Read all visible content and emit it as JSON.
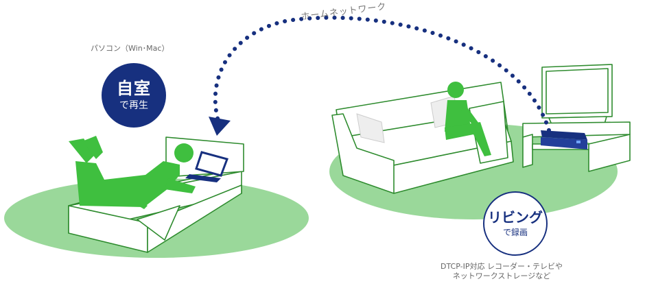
{
  "network": {
    "label": "ホームネットワーク"
  },
  "pc": {
    "label": "パソコン（Win･Mac）"
  },
  "home_badge": {
    "line1": "自室",
    "line2": "で再生"
  },
  "living_badge": {
    "line1": "リビング",
    "line2": "で録画"
  },
  "recorder": {
    "line1": "DTCP-IP対応 レコーダー・テレビや",
    "line2": "ネットワークストレージなど"
  },
  "colors": {
    "navy": "#17307f",
    "person_green": "#3fbf3f",
    "floor_green": "#9ad89a",
    "outline": "#2e8b2e"
  }
}
